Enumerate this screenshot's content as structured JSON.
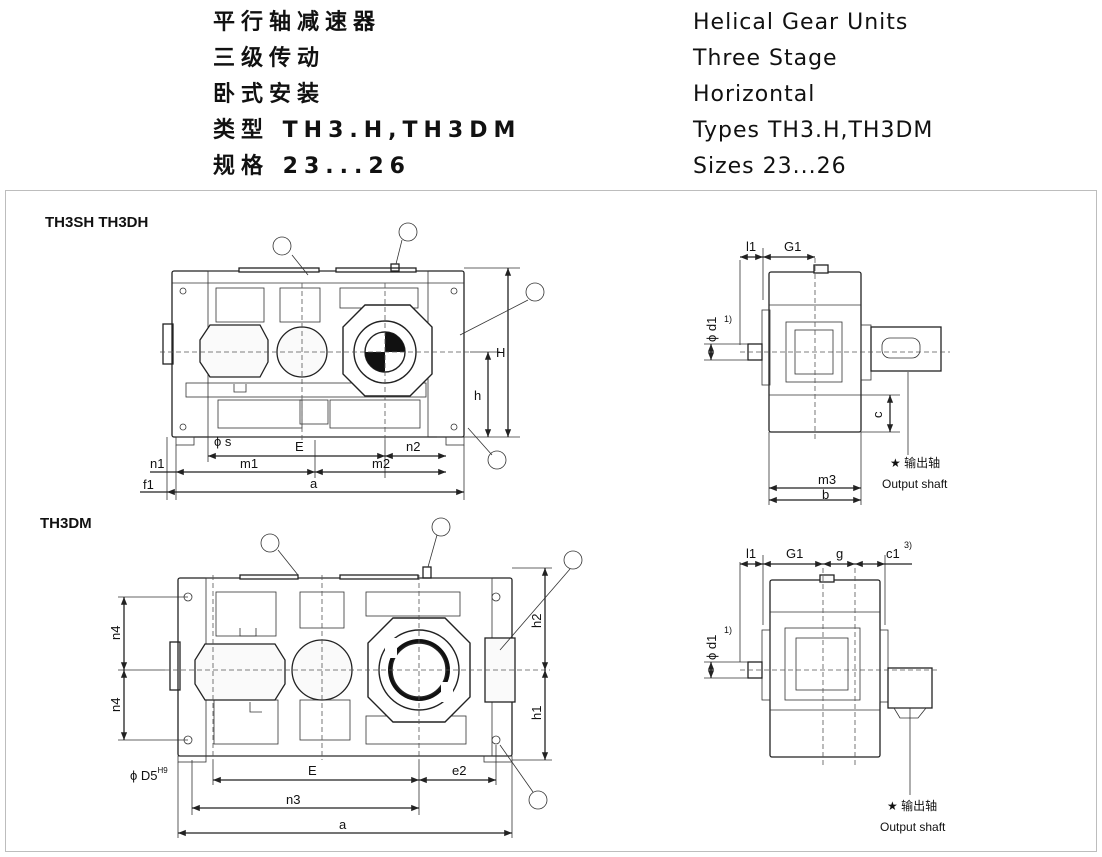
{
  "header": {
    "cn": [
      "平行轴减速器",
      "三级传动",
      "卧式安装",
      "类型 TH3.H,TH3DM",
      "规格 23...26"
    ],
    "en": [
      "Helical Gear Units",
      "Three Stage",
      "Horizontal",
      "Types TH3.H,TH3DM",
      "Sizes 23...26"
    ]
  },
  "top": {
    "title": "TH3SH TH3DH",
    "dims": {
      "H": "H",
      "h": "h",
      "s": "ϕ s",
      "E": "E",
      "n2": "n2",
      "n1": "n1",
      "m1": "m1",
      "m2": "m2",
      "f1": "f1",
      "a": "a"
    },
    "side": {
      "l1": "l1",
      "G1": "G1",
      "d1": "ϕ d1",
      "note1": "1)",
      "c": "c",
      "m3": "m3",
      "b": "b",
      "output_cn": "★ 输出轴",
      "output_en": "Output shaft"
    }
  },
  "bottom": {
    "title": "TH3DM",
    "dims": {
      "n4_top": "n4",
      "n4_bot": "n4",
      "h2": "h2",
      "h1": "h1",
      "D5": "ϕ D5",
      "D5_sup": "H9",
      "E": "E",
      "e2": "e2",
      "n3": "n3",
      "a": "a"
    },
    "side": {
      "l1": "l1",
      "G1": "G1",
      "g": "g",
      "c1": "c1",
      "note3": "3)",
      "d1": "ϕ d1",
      "note1": "1)",
      "output_cn": "★ 输出轴",
      "output_en": "Output shaft"
    }
  }
}
